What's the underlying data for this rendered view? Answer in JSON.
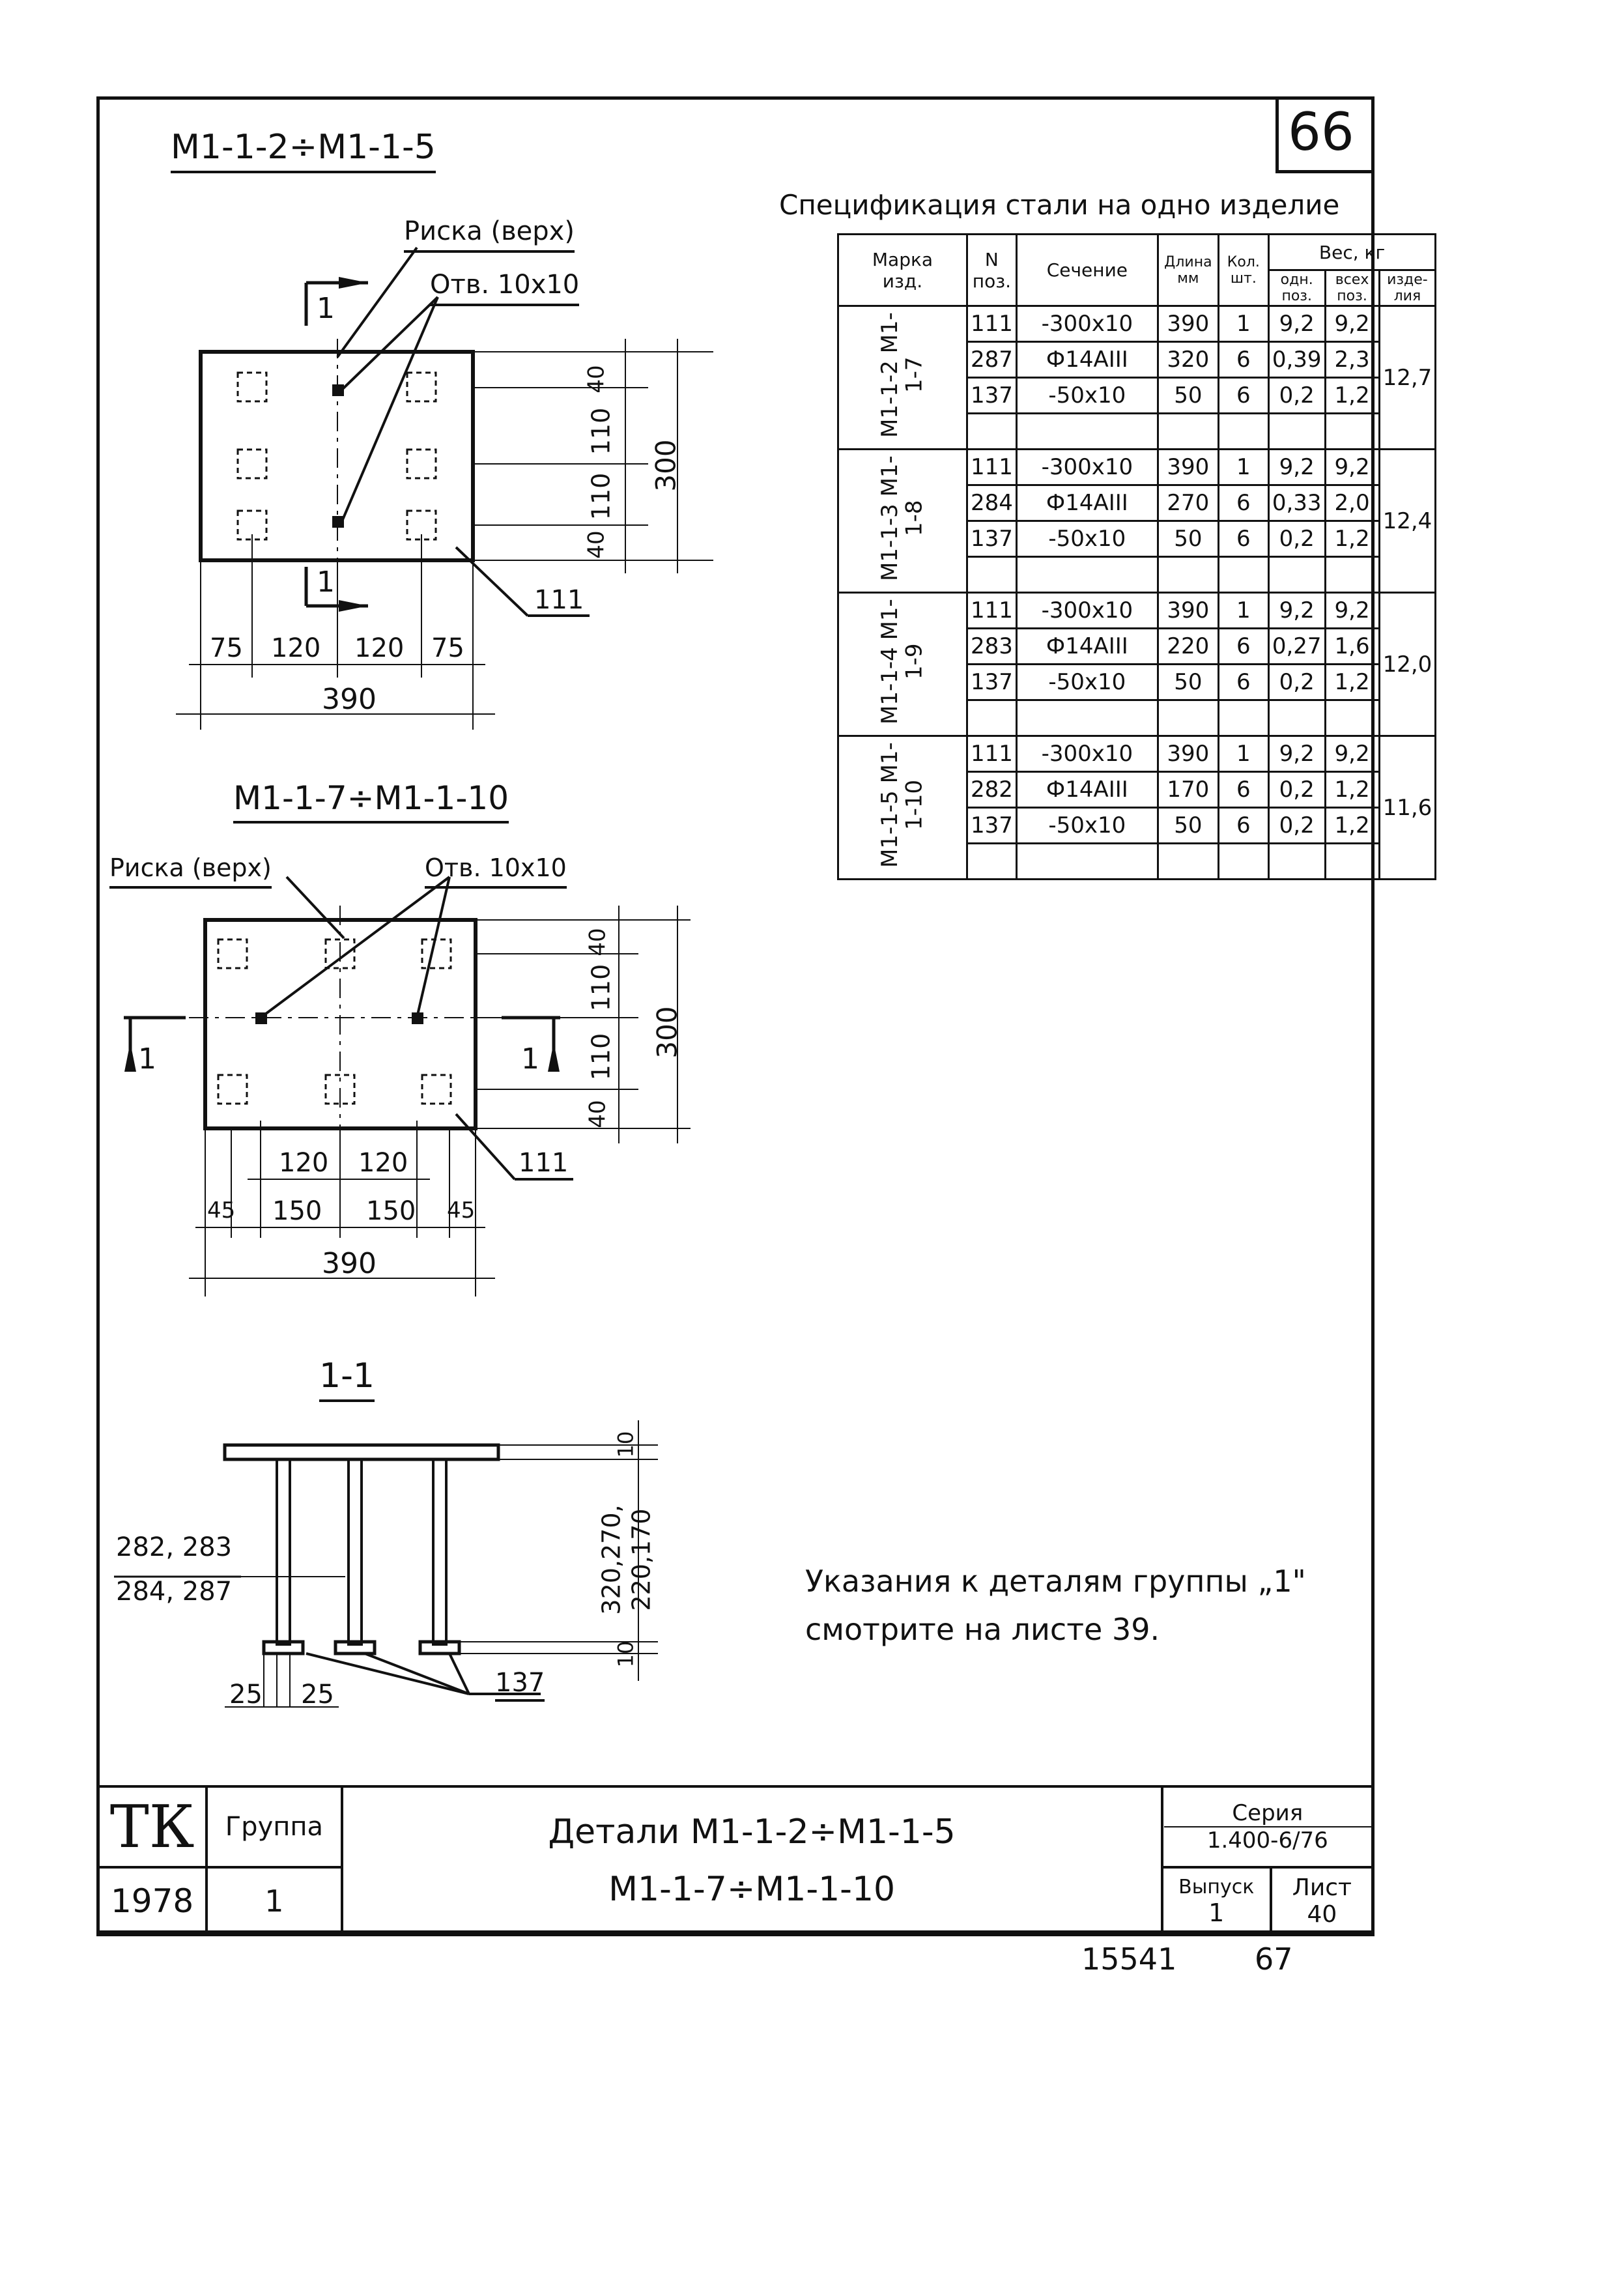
{
  "sheet_corner_number": "66",
  "view1": {
    "title": "М1-1-2÷М1-1-5",
    "risk_label": "Риска (верх)",
    "hole_label": "Отв. 10х10",
    "section_mark": "1",
    "part_ref": "111",
    "dims_h": [
      "75",
      "120",
      "120",
      "75"
    ],
    "dim_total": "390",
    "dims_v": [
      "40",
      "110",
      "110",
      "40"
    ],
    "dim_v_total": "300"
  },
  "view2": {
    "title": "М1-1-7÷М1-1-10",
    "risk_label": "Риска (верх)",
    "hole_label": "Отв. 10х10",
    "section_mark": "1",
    "part_ref": "111",
    "dims_h_top": [
      "120",
      "120"
    ],
    "dims_h": [
      "45",
      "150",
      "150",
      "45"
    ],
    "dim_total": "390",
    "dims_v": [
      "40",
      "110",
      "110",
      "40"
    ],
    "dim_v_total": "300"
  },
  "section": {
    "title": "1-1",
    "bar_refs_1": "282, 283",
    "bar_refs_2": "284, 287",
    "plate_ref": "137",
    "dim_top": "10",
    "dim_bottom": "10",
    "dim_height_1": "320,270,",
    "dim_height_2": "220,170",
    "dims_bottom": [
      "25",
      "25"
    ]
  },
  "spec": {
    "title": "Спецификация стали на одно изделие",
    "headers": {
      "mark": "Марка",
      "mark_sub": "изд.",
      "pos": "N",
      "pos_sub": "поз.",
      "section": "Сечение",
      "length": "Длина",
      "length_sub": "мм",
      "qty": "Кол.",
      "qty_sub": "шт.",
      "weight": "Вес, кг",
      "w_one": "одн. поз.",
      "w_all": "всех поз.",
      "w_item": "изде- лия"
    },
    "groups": [
      {
        "marks": "М1-1-2 М1-1-7",
        "total": "12,7",
        "rows": [
          {
            "pos": "111",
            "section": "-300х10",
            "length": "390",
            "qty": "1",
            "one": "9,2",
            "all": "9,2"
          },
          {
            "pos": "287",
            "section": "Ф14АIII",
            "length": "320",
            "qty": "6",
            "one": "0,39",
            "all": "2,3"
          },
          {
            "pos": "137",
            "section": "-50х10",
            "length": "50",
            "qty": "6",
            "one": "0,2",
            "all": "1,2"
          }
        ]
      },
      {
        "marks": "М1-1-3 М1-1-8",
        "total": "12,4",
        "rows": [
          {
            "pos": "111",
            "section": "-300х10",
            "length": "390",
            "qty": "1",
            "one": "9,2",
            "all": "9,2"
          },
          {
            "pos": "284",
            "section": "Ф14АIII",
            "length": "270",
            "qty": "6",
            "one": "0,33",
            "all": "2,0"
          },
          {
            "pos": "137",
            "section": "-50х10",
            "length": "50",
            "qty": "6",
            "one": "0,2",
            "all": "1,2"
          }
        ]
      },
      {
        "marks": "М1-1-4 М1-1-9",
        "total": "12,0",
        "rows": [
          {
            "pos": "111",
            "section": "-300х10",
            "length": "390",
            "qty": "1",
            "one": "9,2",
            "all": "9,2"
          },
          {
            "pos": "283",
            "section": "Ф14АIII",
            "length": "220",
            "qty": "6",
            "one": "0,27",
            "all": "1,6"
          },
          {
            "pos": "137",
            "section": "-50х10",
            "length": "50",
            "qty": "6",
            "one": "0,2",
            "all": "1,2"
          }
        ]
      },
      {
        "marks": "М1-1-5 М1-1-10",
        "total": "11,6",
        "rows": [
          {
            "pos": "111",
            "section": "-300х10",
            "length": "390",
            "qty": "1",
            "one": "9,2",
            "all": "9,2"
          },
          {
            "pos": "282",
            "section": "Ф14АIII",
            "length": "170",
            "qty": "6",
            "one": "0,2",
            "all": "1,2"
          },
          {
            "pos": "137",
            "section": "-50х10",
            "length": "50",
            "qty": "6",
            "one": "0,2",
            "all": "1,2"
          }
        ]
      }
    ]
  },
  "note": {
    "line1": "Указания к деталям группы „1\"",
    "line2": "смотрите на листе 39."
  },
  "title_block": {
    "org": "ТК",
    "year": "1978",
    "group_label": "Группа",
    "group_value": "1",
    "title_line1": "Детали М1-1-2÷М1-1-5",
    "title_line2": "М1-1-7÷М1-1-10",
    "series_label": "Серия",
    "series_value": "1.400-6/76",
    "issue_label": "Выпуск",
    "issue_value": "1",
    "sheet_label": "Лист",
    "sheet_value": "40"
  },
  "footer": {
    "code": "15541",
    "page": "67"
  }
}
